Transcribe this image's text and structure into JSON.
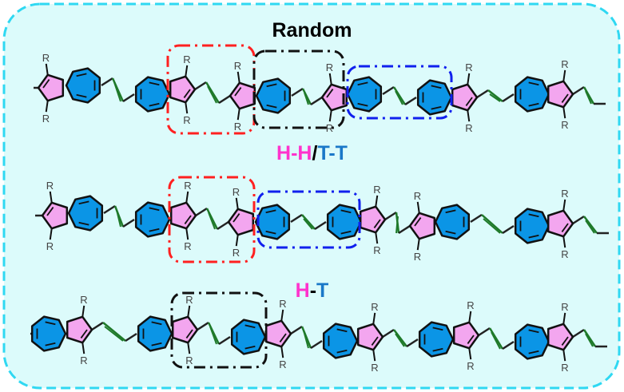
{
  "titles": {
    "random": "Random",
    "hh_tt": {
      "h_h": "H-H",
      "slash": "/",
      "t_t": "T-T"
    },
    "ht": {
      "h": "H",
      "dash": "-",
      "t": "T"
    }
  },
  "substituent_label": "R",
  "colors": {
    "background": "#dcfbfb",
    "outer_border": "#2fd8f2",
    "heptagon": "#0b95e6",
    "pentagon": "#f3a6ef",
    "vinylene": "#1f7a2a",
    "head": "#ff33cc",
    "tail": "#1a78c8",
    "box_red": "#ff2020",
    "box_black": "#111111",
    "box_blue": "#1020ee"
  },
  "chains": [
    {
      "name": "random",
      "units": [
        "P-H",
        "H-P",
        "P-H",
        "P-H",
        "H-P",
        "H-P"
      ]
    },
    {
      "name": "hh-tt",
      "units": [
        "P-H",
        "H-P",
        "P-H",
        "H-P",
        "P-H",
        "H-P"
      ]
    },
    {
      "name": "ht",
      "units": [
        "H-P",
        "H-P",
        "H-P",
        "H-P",
        "H-P",
        "H-P"
      ]
    }
  ]
}
